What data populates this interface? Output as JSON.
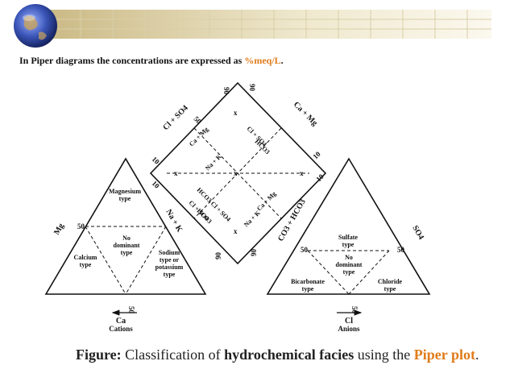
{
  "intro": {
    "text_before": "In Piper diagrams the concentrations are expressed as ",
    "highlight": "%meq/L",
    "text_after": "."
  },
  "diagram": {
    "left_triangle": {
      "axis_right": "Mg",
      "axis_bottom": "Ca",
      "axis_bottom_sub": "Cations",
      "axis_left": "Na + K",
      "tick_50": "50",
      "regions": {
        "top_1": "Magnesium",
        "top_2": "type",
        "center_1": "No",
        "center_2": "dominant",
        "center_3": "type",
        "left_1": "Calcium",
        "left_2": "type",
        "right_1": "Sodium",
        "right_2": "type or",
        "right_3": "potassium",
        "right_4": "type"
      }
    },
    "right_triangle": {
      "axis_left": "CO3 + HCO3",
      "axis_right": "SO4",
      "axis_bottom": "Cl",
      "axis_bottom_sub": "Anions",
      "tick_50": "50",
      "regions": {
        "top_1": "Sulfate",
        "top_2": "type",
        "center_1": "No",
        "center_2": "dominant",
        "center_3": "type",
        "left_1": "Bicarbonate",
        "left_2": "type",
        "right_1": "Chloride",
        "right_2": "type"
      }
    },
    "diamond": {
      "axis_upper_left": "Cl + SO4",
      "axis_upper_right": "Ca + Mg",
      "tick_90": "90",
      "tick_50": "50",
      "tick_10": "10",
      "inner_labels": [
        "Ca + Mg",
        "Na + K",
        "Cl + SO4",
        "HCO3",
        "HCO3 Cl + SO4",
        "Na + K",
        "Ca + Mg",
        "Cl + SO4",
        "HCO3"
      ]
    }
  },
  "caption": {
    "label": "Figure:",
    "text_1": " Classification of ",
    "bold_term": "hydrochemical facies",
    "text_2": " using the ",
    "plot_name": "Piper plot",
    "text_3": "."
  }
}
